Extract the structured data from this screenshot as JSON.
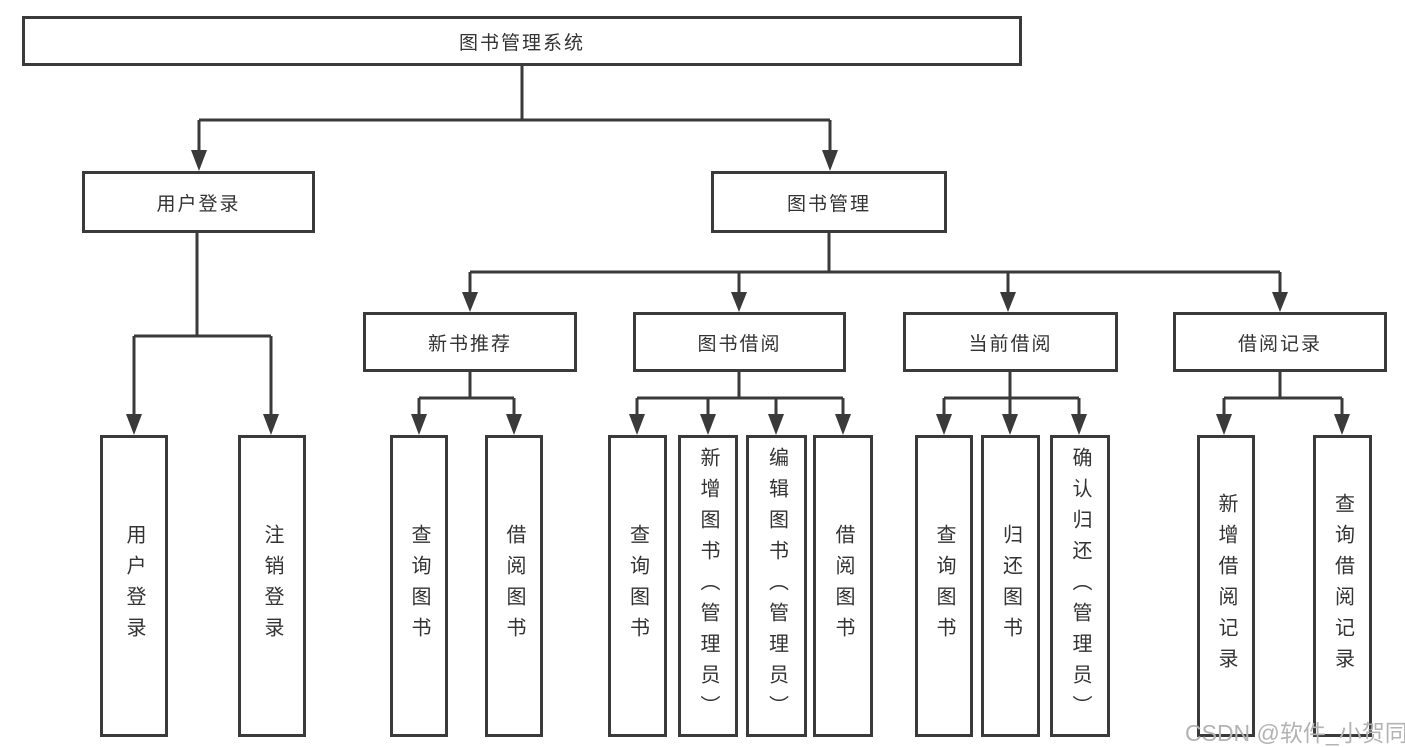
{
  "diagram_type": "hierarchy-tree",
  "colors": {
    "line": "#3a3a3a",
    "border": "#3a3a3a",
    "text": "#333333",
    "background": "#ffffff",
    "watermark": "#b3b3b3"
  },
  "tree": {
    "label": "图书管理系统",
    "children": [
      {
        "label": "用户登录",
        "children": [
          {
            "label": "用户登录"
          },
          {
            "label": "注销登录"
          }
        ]
      },
      {
        "label": "图书管理",
        "children": [
          {
            "label": "新书推荐",
            "children": [
              {
                "label": "查询图书"
              },
              {
                "label": "借阅图书"
              }
            ]
          },
          {
            "label": "图书借阅",
            "children": [
              {
                "label": "查询图书"
              },
              {
                "label": "新增图书（管理员）"
              },
              {
                "label": "编辑图书（管理员）"
              },
              {
                "label": "借阅图书"
              }
            ]
          },
          {
            "label": "当前借阅",
            "children": [
              {
                "label": "查询图书"
              },
              {
                "label": "归还图书"
              },
              {
                "label": "确认归还（管理员）"
              }
            ]
          },
          {
            "label": "借阅记录",
            "children": [
              {
                "label": "新增借阅记录"
              },
              {
                "label": "查询借阅记录"
              }
            ]
          }
        ]
      }
    ]
  },
  "watermark": {
    "text": "CSDN @软件_小贺同学"
  }
}
